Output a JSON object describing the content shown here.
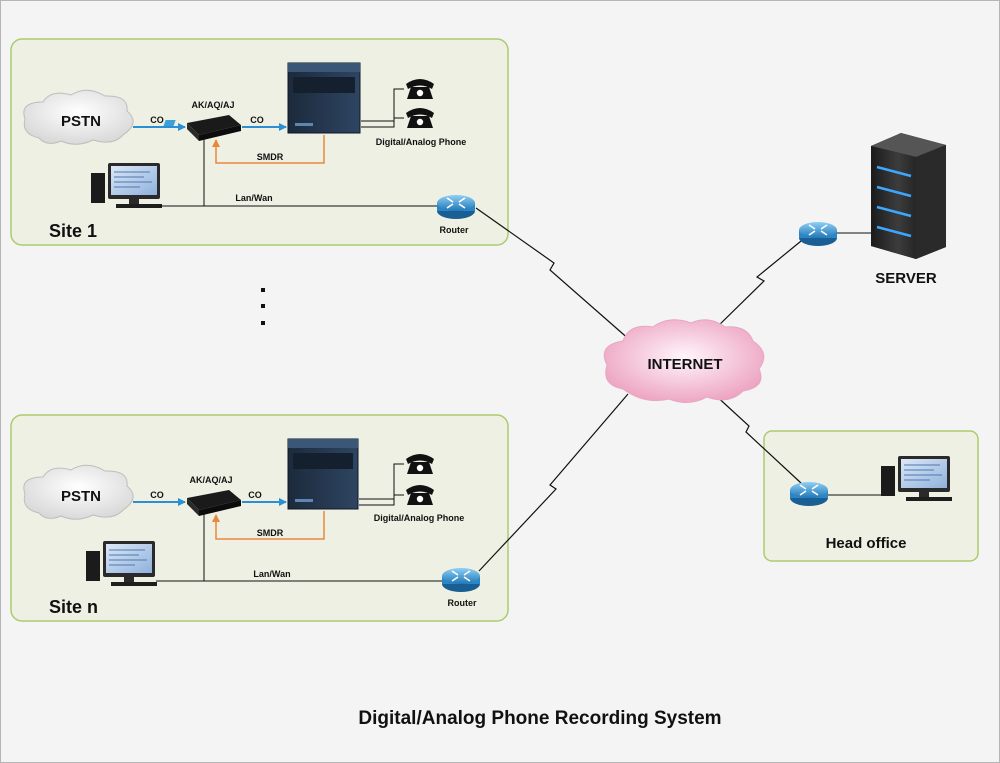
{
  "title": "Digital/Analog Phone Recording System",
  "sites": [
    {
      "name": "Site 1",
      "pstn": "PSTN",
      "device": "AK/AQ/AJ",
      "co_in": "CO",
      "co_out": "CO",
      "smdr": "SMDR",
      "phones": "Digital/Analog Phone",
      "lan": "Lan/Wan",
      "router": "Router"
    },
    {
      "name": "Site n",
      "pstn": "PSTN",
      "device": "AK/AQ/AJ",
      "co_in": "CO",
      "co_out": "CO",
      "smdr": "SMDR",
      "phones": "Digital/Analog Phone",
      "lan": "Lan/Wan",
      "router": "Router"
    }
  ],
  "internet": "INTERNET",
  "server": "SERVER",
  "head_office": "Head office",
  "colors": {
    "panel_fill": "#eef0e4",
    "panel_border": "#a9cc6e",
    "co_arrow": "#2b8fd6",
    "smdr_line": "#e8893a",
    "internet_cloud": "#f2bfd3",
    "router": "#3a9ad6"
  }
}
